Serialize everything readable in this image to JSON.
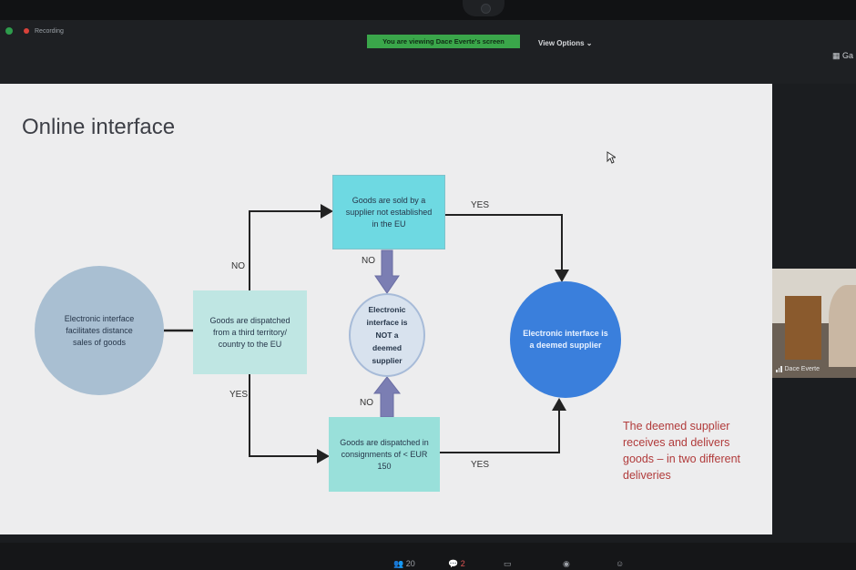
{
  "meeting": {
    "recording_label": "Recording",
    "viewing_banner": "You are viewing Dace Everte's screen",
    "view_options": "View Options ⌄",
    "gallery_label": "Ga",
    "participant_name": "Dace Everte",
    "toolbar_participants_count": "20",
    "toolbar_chat_badge": "2"
  },
  "slide": {
    "title": "Online interface",
    "circle_left": "Electronic interface facilitates distance sales of goods",
    "box_mid": "Goods are dispatched from a third territory/ country to the EU",
    "box_top": "Goods are sold by a supplier not established in the EU",
    "box_bottom": "Goods are dispatched in consignments of < EUR 150",
    "circle_center": "Electronic interface is NOT a deemed supplier",
    "circle_right": "Electronic interface is a deemed supplier",
    "labels": {
      "no_left": "NO",
      "yes_left": "YES",
      "no_top": "NO",
      "no_bottom": "NO",
      "yes_top": "YES",
      "yes_bottom": "YES"
    },
    "note": "The deemed supplier receives and delivers goods – in two different deliveries",
    "colors": {
      "box_top": "#6ed9e2",
      "box_mid": "#bfe6e3",
      "box_bottom": "#99e0da",
      "circle_left": "#a9bfd2",
      "circle_right": "#3a7fdc",
      "note_text": "#b13b3b",
      "banner": "#3aa64a"
    }
  }
}
